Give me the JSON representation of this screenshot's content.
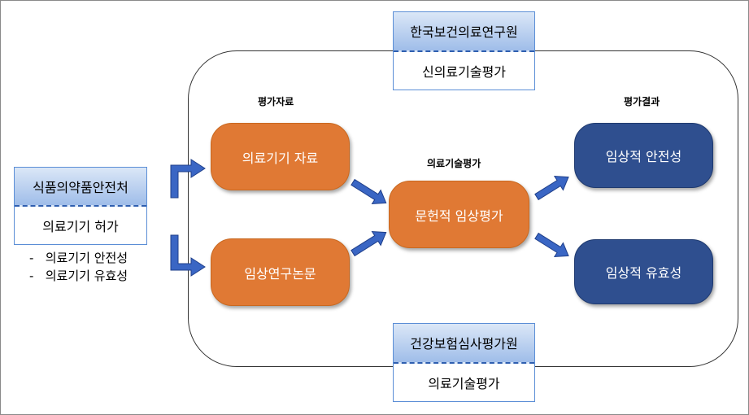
{
  "source_box": {
    "header": "식품의약품안전처",
    "body": "의료기기 허가"
  },
  "source_bullets": [
    "의료기기 안전성",
    "의료기기 유효성"
  ],
  "bullet_marker": "-",
  "top_box": {
    "header": "한국보건의료연구원",
    "body": "신의료기술평가"
  },
  "bottom_box": {
    "header": "건강보험심사평가원",
    "body": "의료기술평가"
  },
  "labels": {
    "materials": "평가자료",
    "tech_eval": "의료기술평가",
    "results": "평가결과"
  },
  "inputs": [
    "의료기기 자료",
    "임상연구논문"
  ],
  "center": "문헌적 임상평가",
  "outputs": [
    "임상적 안전성",
    "임상적 유효성"
  ],
  "colors": {
    "orange": "#e07934",
    "navy": "#2f4f8f",
    "arrow": "#3a66c4",
    "header_blue": "#9fbde9"
  }
}
